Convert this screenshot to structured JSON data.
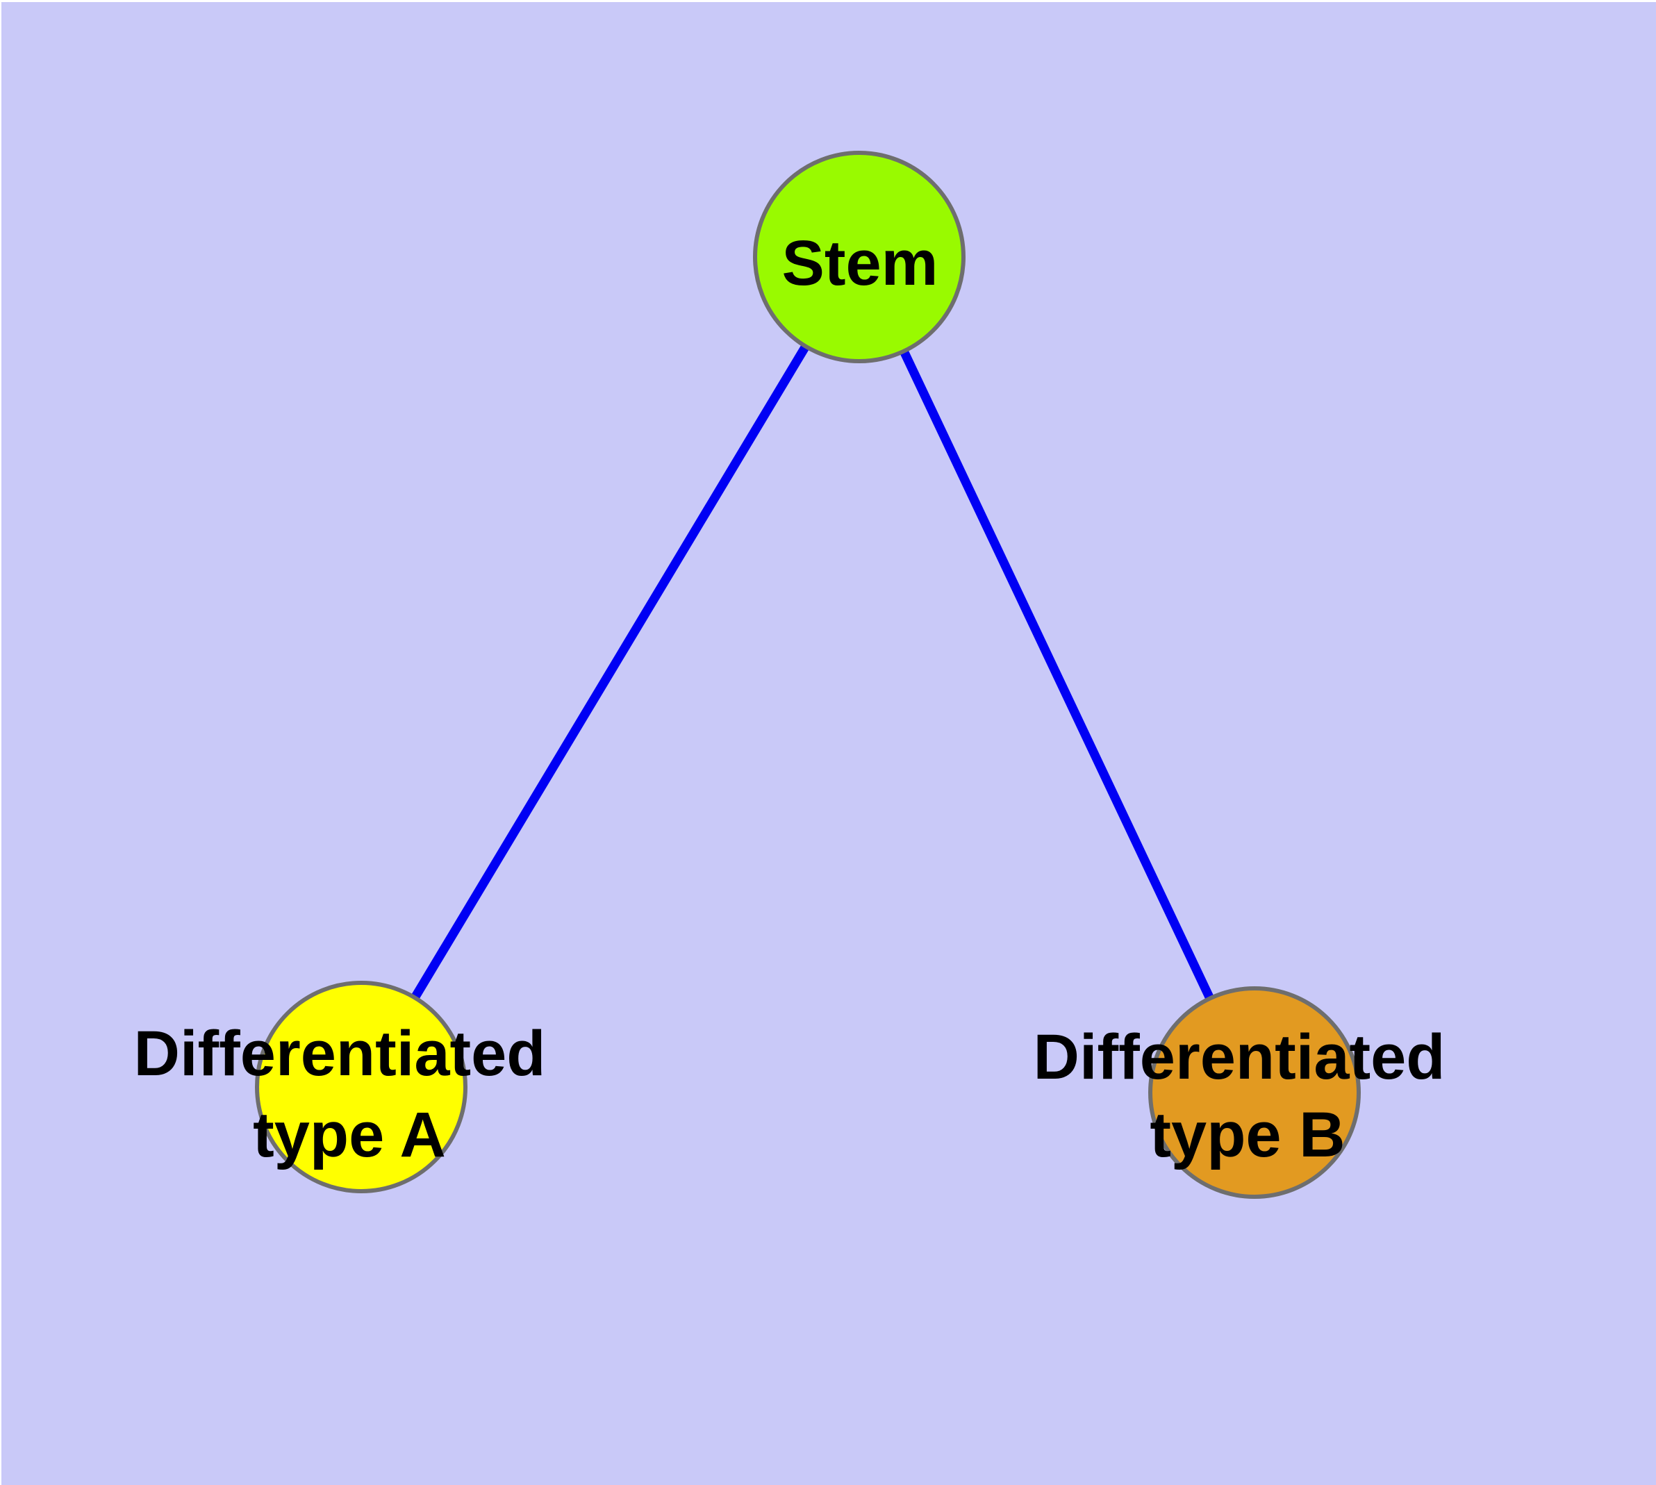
{
  "diagram": {
    "background_color": "#C9C9F8",
    "page_edge_color": "#FFFFFF",
    "edge_color": "#0000F4",
    "node_border_color": "#6E6E6E",
    "label_color": "#000000",
    "nodes": [
      {
        "id": "stem",
        "label": "Stem",
        "lines": [
          "Stem"
        ],
        "fill": "#99FA00"
      },
      {
        "id": "differentiated-type-a",
        "label": "Differentiated type A",
        "lines": [
          "Differentiated",
          "type A"
        ],
        "fill": "#FFFF00"
      },
      {
        "id": "differentiated-type-b",
        "label": "Differentiated type B",
        "lines": [
          "Differentiated",
          "type B"
        ],
        "fill": "#E29A21"
      }
    ],
    "edges": [
      {
        "from": "Stem",
        "to": "Differentiated type A"
      },
      {
        "from": "Stem",
        "to": "Differentiated type B"
      }
    ]
  }
}
